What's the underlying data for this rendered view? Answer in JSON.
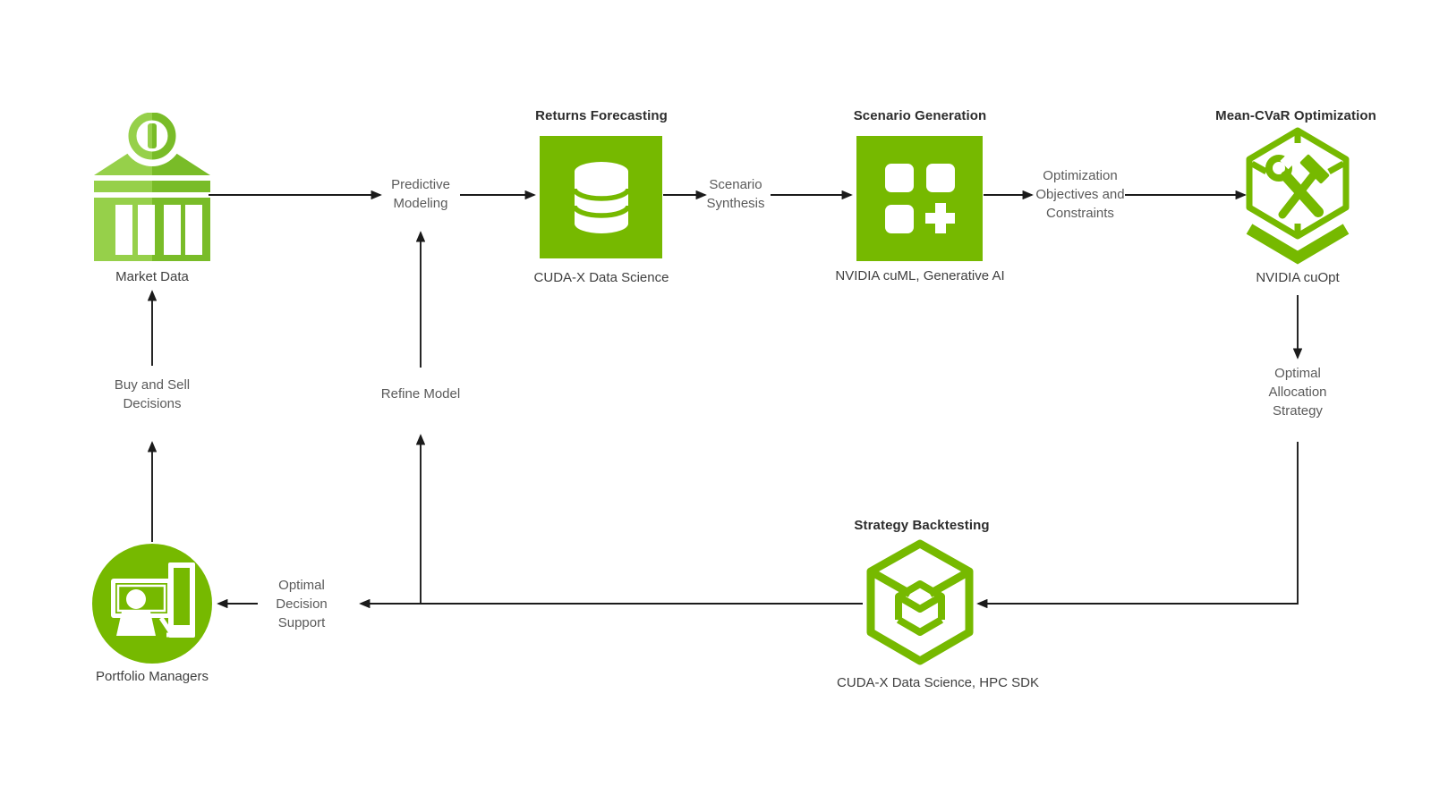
{
  "diagram": {
    "nodes": {
      "market_data": {
        "label": "Market Data",
        "icon": "bank-icon"
      },
      "returns_forecasting": {
        "title": "Returns Forecasting",
        "label": "CUDA-X Data Science",
        "icon": "database-icon"
      },
      "scenario_generation": {
        "title": "Scenario Generation",
        "label": "NVIDIA cuML, Generative AI",
        "icon": "grid-plus-icon"
      },
      "mean_cvar_optimization": {
        "title": "Mean-CVaR Optimization",
        "label": "NVIDIA cuOpt",
        "icon": "tools-hexagon-icon"
      },
      "strategy_backtesting": {
        "title": "Strategy Backtesting",
        "label": "CUDA-X Data Science, HPC SDK",
        "icon": "cube-icon"
      },
      "portfolio_managers": {
        "label": "Portfolio Managers",
        "icon": "presenter-icon"
      }
    },
    "flow_labels": {
      "predictive_modeling": {
        "line1": "Predictive",
        "line2": "Modeling"
      },
      "scenario_synthesis": {
        "line1": "Scenario",
        "line2": "Synthesis"
      },
      "optimization_objectives": {
        "line1": "Optimization",
        "line2": "Objectives and",
        "line3": "Constraints"
      },
      "optimal_allocation": {
        "line1": "Optimal",
        "line2": "Allocation",
        "line3": "Strategy"
      },
      "optimal_decision_support": {
        "line1": "Optimal",
        "line2": "Decision",
        "line3": "Support"
      },
      "buy_and_sell": {
        "line1": "Buy and Sell",
        "line2": "Decisions"
      },
      "refine_model": {
        "line1": "Refine Model"
      }
    },
    "colors": {
      "nvidia_green": "#76B900",
      "bank_light_green": "#96D04A",
      "bank_dark_green": "#79BC28",
      "title_text": "#2d2d2d",
      "label_text": "#3f3f3f",
      "flow_text": "#5a5a5a",
      "arrow": "#1b1b1b",
      "background": "#ffffff"
    }
  }
}
